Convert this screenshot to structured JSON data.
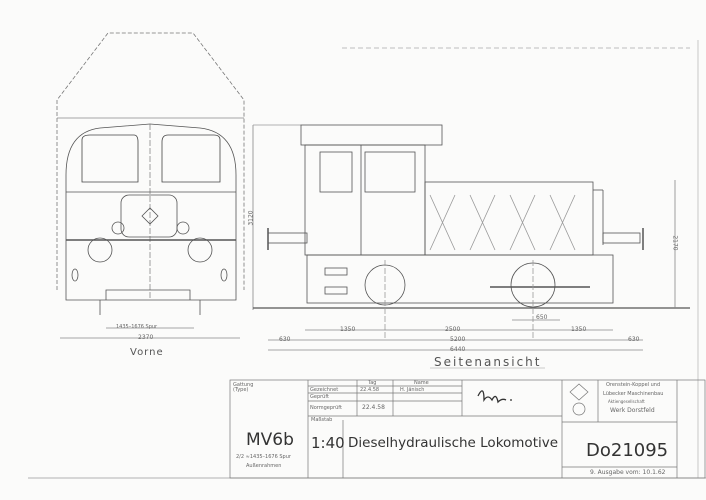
{
  "drawing": {
    "front_view_label": "Vorne",
    "side_view_label": "Seitenansicht",
    "front_dims": {
      "gauge": "1435–1676 Spur",
      "width": "2370"
    },
    "side_dims": {
      "height_left": "3120",
      "height_right": "2170",
      "left_overhang": "1350",
      "wheelbase": "2500",
      "right_overhang": "1350",
      "offset": "650",
      "buffer_left": "630",
      "frame_length": "5200",
      "buffer_right": "630",
      "total_length": "6440"
    }
  },
  "title_block": {
    "type_label": "Gattung (Type)",
    "type": "MV6b",
    "type_detail": "2/2 ≈1435–1676 Spur",
    "frame": "Außenrahmen",
    "col_tag": "Tag",
    "col_name": "Name",
    "rows": [
      {
        "label": "Gezeichnet",
        "tag": "22.4.58",
        "name": "H. Jänisch"
      },
      {
        "label": "Geprüft",
        "tag": "",
        "name": ""
      },
      {
        "label": "Normgeprüft",
        "tag": "22.4.58",
        "name": ""
      }
    ],
    "signature": "Bnl.",
    "scale_label": "Maßstab",
    "scale": "1:40",
    "title": "Dieselhydraulische Lokomotive",
    "company": [
      "Orenstein-Koppel und",
      "Lübecker Maschinenbau",
      "Aktiengesellschaft",
      "Werk Dorstfeld"
    ],
    "drawing_number": "Do21095",
    "edition": "9. Ausgabe vom: 10.1.62"
  }
}
